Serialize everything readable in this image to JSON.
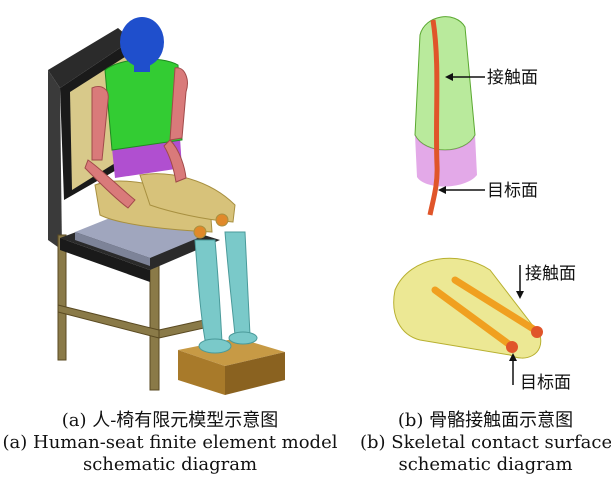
{
  "figure_a": {
    "caption_cn": "(a) 人-椅有限元模型示意图",
    "caption_en_line1": "(a) Human-seat finite element model",
    "caption_en_line2": "schematic diagram"
  },
  "figure_b": {
    "caption_cn": "(b) 骨骼接触面示意图",
    "caption_en_line1": "(b) Skeletal contact surface",
    "caption_en_line2": "schematic diagram",
    "spine_labels": {
      "contact": "接触面",
      "target": "目标面"
    },
    "leg_labels": {
      "contact": "接触面",
      "target": "目标面"
    }
  },
  "colors": {
    "head": "#1f4fcc",
    "torso": "#33cc33",
    "pelvis": "#b04fd0",
    "arm": "#d97a7a",
    "thigh": "#d7c27a",
    "shin": "#7ac9c9",
    "seat_cushion": "#9aa0b8",
    "backrest": "#d8c98a",
    "frame": "#7a6a3a",
    "footrest": "#b88a3a",
    "spine": "#e0552a",
    "translucent_green": "#7fd84a",
    "translucent_pink": "#d070d8",
    "bone": "#f0a020",
    "flesh": "#e6e070"
  }
}
